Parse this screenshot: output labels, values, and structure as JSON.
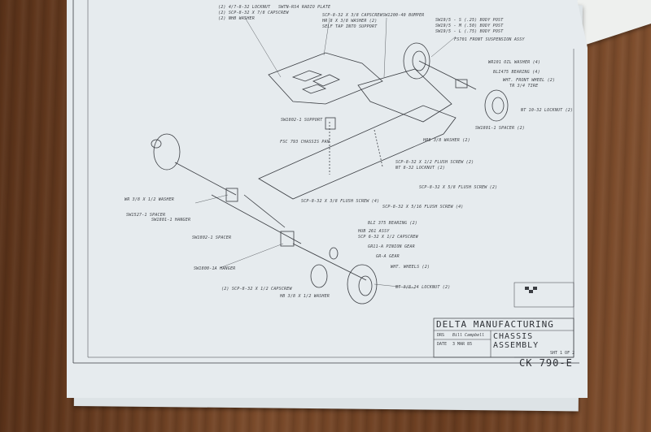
{
  "title_block": {
    "company": "DELTA MANUFACTURING",
    "title_line1": "CHASSIS",
    "title_line2": "ASSEMBLY",
    "drawn_by_label": "DRS",
    "drawn_by_value": "Bill Campbell",
    "date_label": "DATE",
    "date_value": "3 MAR 85",
    "sheet": "SHT 1 OF 2",
    "part_number": "CK 790-E"
  },
  "callouts": [
    {
      "text": "(2) 4/7-8-32 LOCKNUT"
    },
    {
      "text": "(2) SCP-8-32 X 7/8 CAPSCREW"
    },
    {
      "text": "(2) NHB WASHER"
    },
    {
      "text": "SWTN-RS4 RADIO PLATE"
    },
    {
      "text": "SCP-8-32 X 3/8 CAPSCREW"
    },
    {
      "text": "HR 8 X 3/8 WASHER (2)"
    },
    {
      "text": "SELF TAP INTO SUPPORT"
    },
    {
      "text": "SW1200-40 BUMPER"
    },
    {
      "text": "SW19/5 - S (.25) BODY POST"
    },
    {
      "text": "SW19/5 - M (.50) BODY POST"
    },
    {
      "text": "SW19/5 - L (.75) BODY POST"
    },
    {
      "text": "FS701 FRONT SUSPENSION ASSY"
    },
    {
      "text": "WR101 OIL WASHER (4)"
    },
    {
      "text": "BLI475 BEARING (4)"
    },
    {
      "text": "WHT. FRONT WHEEL (2)"
    },
    {
      "text": "TR 3/4 TIRE"
    },
    {
      "text": "NT 10-32 LOCKNUT (2)"
    },
    {
      "text": "SW1801-1 SPACER (2)"
    },
    {
      "text": "SW1802-1 SUPPORT"
    },
    {
      "text": "HR8 3/8 WASHER (2)"
    },
    {
      "text": "SCP-8-32 X 1/2 FLUSH SCREW (2)"
    },
    {
      "text": "NT 8-32 LOCKNUT (2)"
    },
    {
      "text": "SCP-8-32 X 5/8 FLUSH SCREW (2)"
    },
    {
      "text": "SCP-8-32 X 5/16 FLUSH SCREW (4)"
    },
    {
      "text": "SCP-8-32 X 3/8 FLUSH SCREW (4)"
    },
    {
      "text": "FSC 793 CHASSIS PAN"
    },
    {
      "text": "WR 3/8 X 1/2 WASHER"
    },
    {
      "text": "SW1527-1 SPACER"
    },
    {
      "text": "SW1801-1 HANGER"
    },
    {
      "text": "SW1802-1 SPACER"
    },
    {
      "text": "SW1800-1A HANGER"
    },
    {
      "text": "(2) SCP-8-32 X 1/2 CAPSCREW"
    },
    {
      "text": "BLI 375 BEARING (2)"
    },
    {
      "text": "HUB 261 ASSY"
    },
    {
      "text": "SCP 6-32 X 1/2 CAPSCREW"
    },
    {
      "text": "GR11-A PINION GEAR"
    },
    {
      "text": "GR-A GEAR"
    },
    {
      "text": "WHT. WHEELS (2)"
    },
    {
      "text": "NT 3/8-24 LOCKNUT (2)"
    },
    {
      "text": "HB 3/8 X 1/2 WASHER"
    }
  ]
}
